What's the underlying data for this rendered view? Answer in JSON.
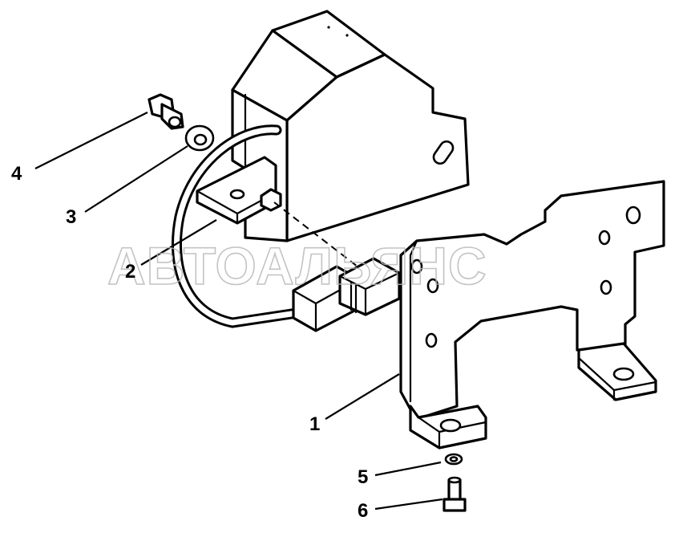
{
  "watermark": "АВТОАЛЬЯНС",
  "callouts": [
    {
      "id": "1",
      "label": "1"
    },
    {
      "id": "2",
      "label": "2"
    },
    {
      "id": "3",
      "label": "3"
    },
    {
      "id": "4",
      "label": "4"
    },
    {
      "id": "5",
      "label": "5"
    },
    {
      "id": "6",
      "label": "6"
    }
  ]
}
